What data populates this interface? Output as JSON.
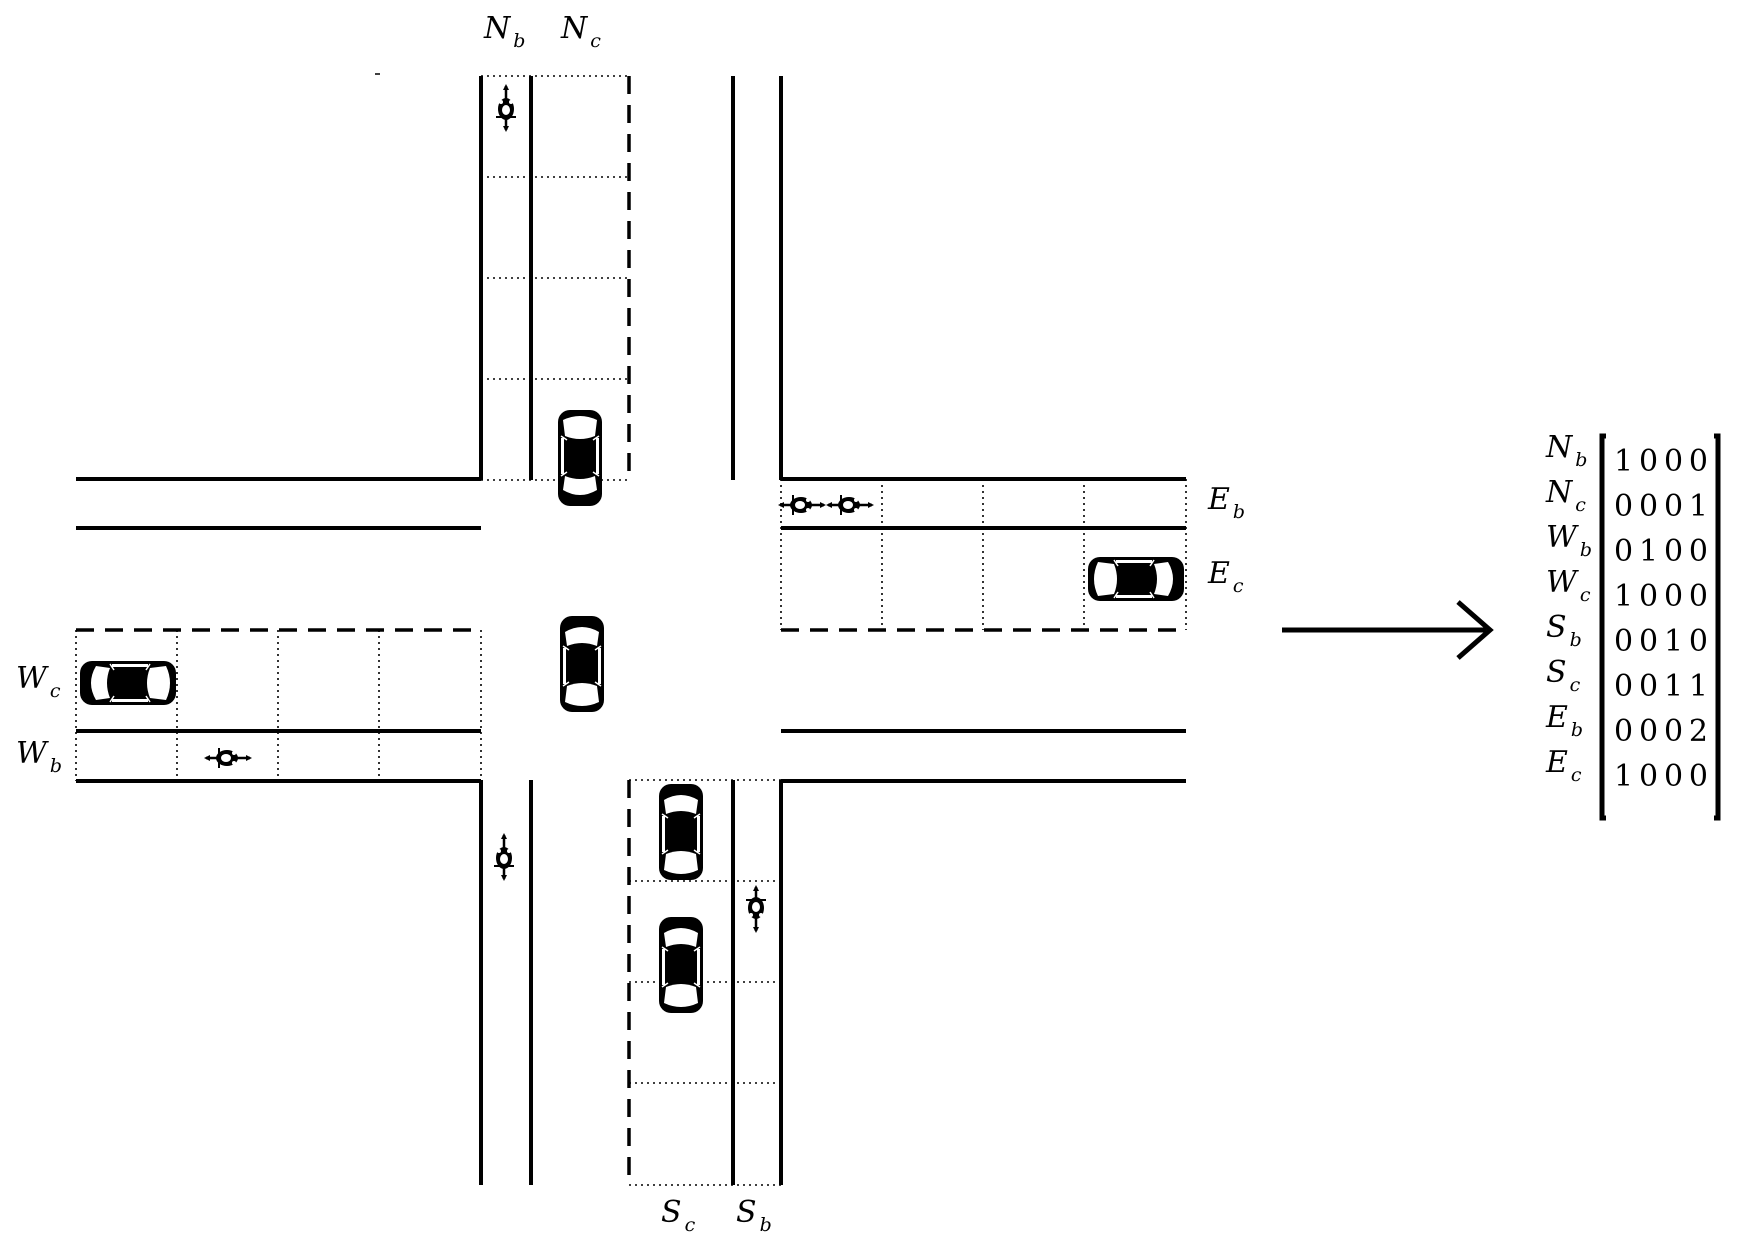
{
  "lane_labels": {
    "Nb": {
      "main": "N",
      "sub": "b"
    },
    "Nc": {
      "main": "N",
      "sub": "c"
    },
    "Eb": {
      "main": "E",
      "sub": "b"
    },
    "Ec": {
      "main": "E",
      "sub": "c"
    },
    "Wc": {
      "main": "W",
      "sub": "c"
    },
    "Wb": {
      "main": "W",
      "sub": "b"
    },
    "Sc": {
      "main": "S",
      "sub": "c"
    },
    "Sb": {
      "main": "S",
      "sub": "b"
    }
  },
  "matrix": {
    "rows": [
      {
        "main": "N",
        "sub": "b",
        "values": "1 0 0 0"
      },
      {
        "main": "N",
        "sub": "c",
        "values": "0 0 0 1"
      },
      {
        "main": "W",
        "sub": "b",
        "values": "0 1 0 0"
      },
      {
        "main": "W",
        "sub": "c",
        "values": "1 0 0 0"
      },
      {
        "main": "S",
        "sub": "b",
        "values": "0 0 1 0"
      },
      {
        "main": "S",
        "sub": "c",
        "values": "0 0 1 1"
      },
      {
        "main": "E",
        "sub": "b",
        "values": "0 0 0 2"
      },
      {
        "main": "E",
        "sub": "c",
        "values": "1 0 0 0"
      }
    ]
  }
}
